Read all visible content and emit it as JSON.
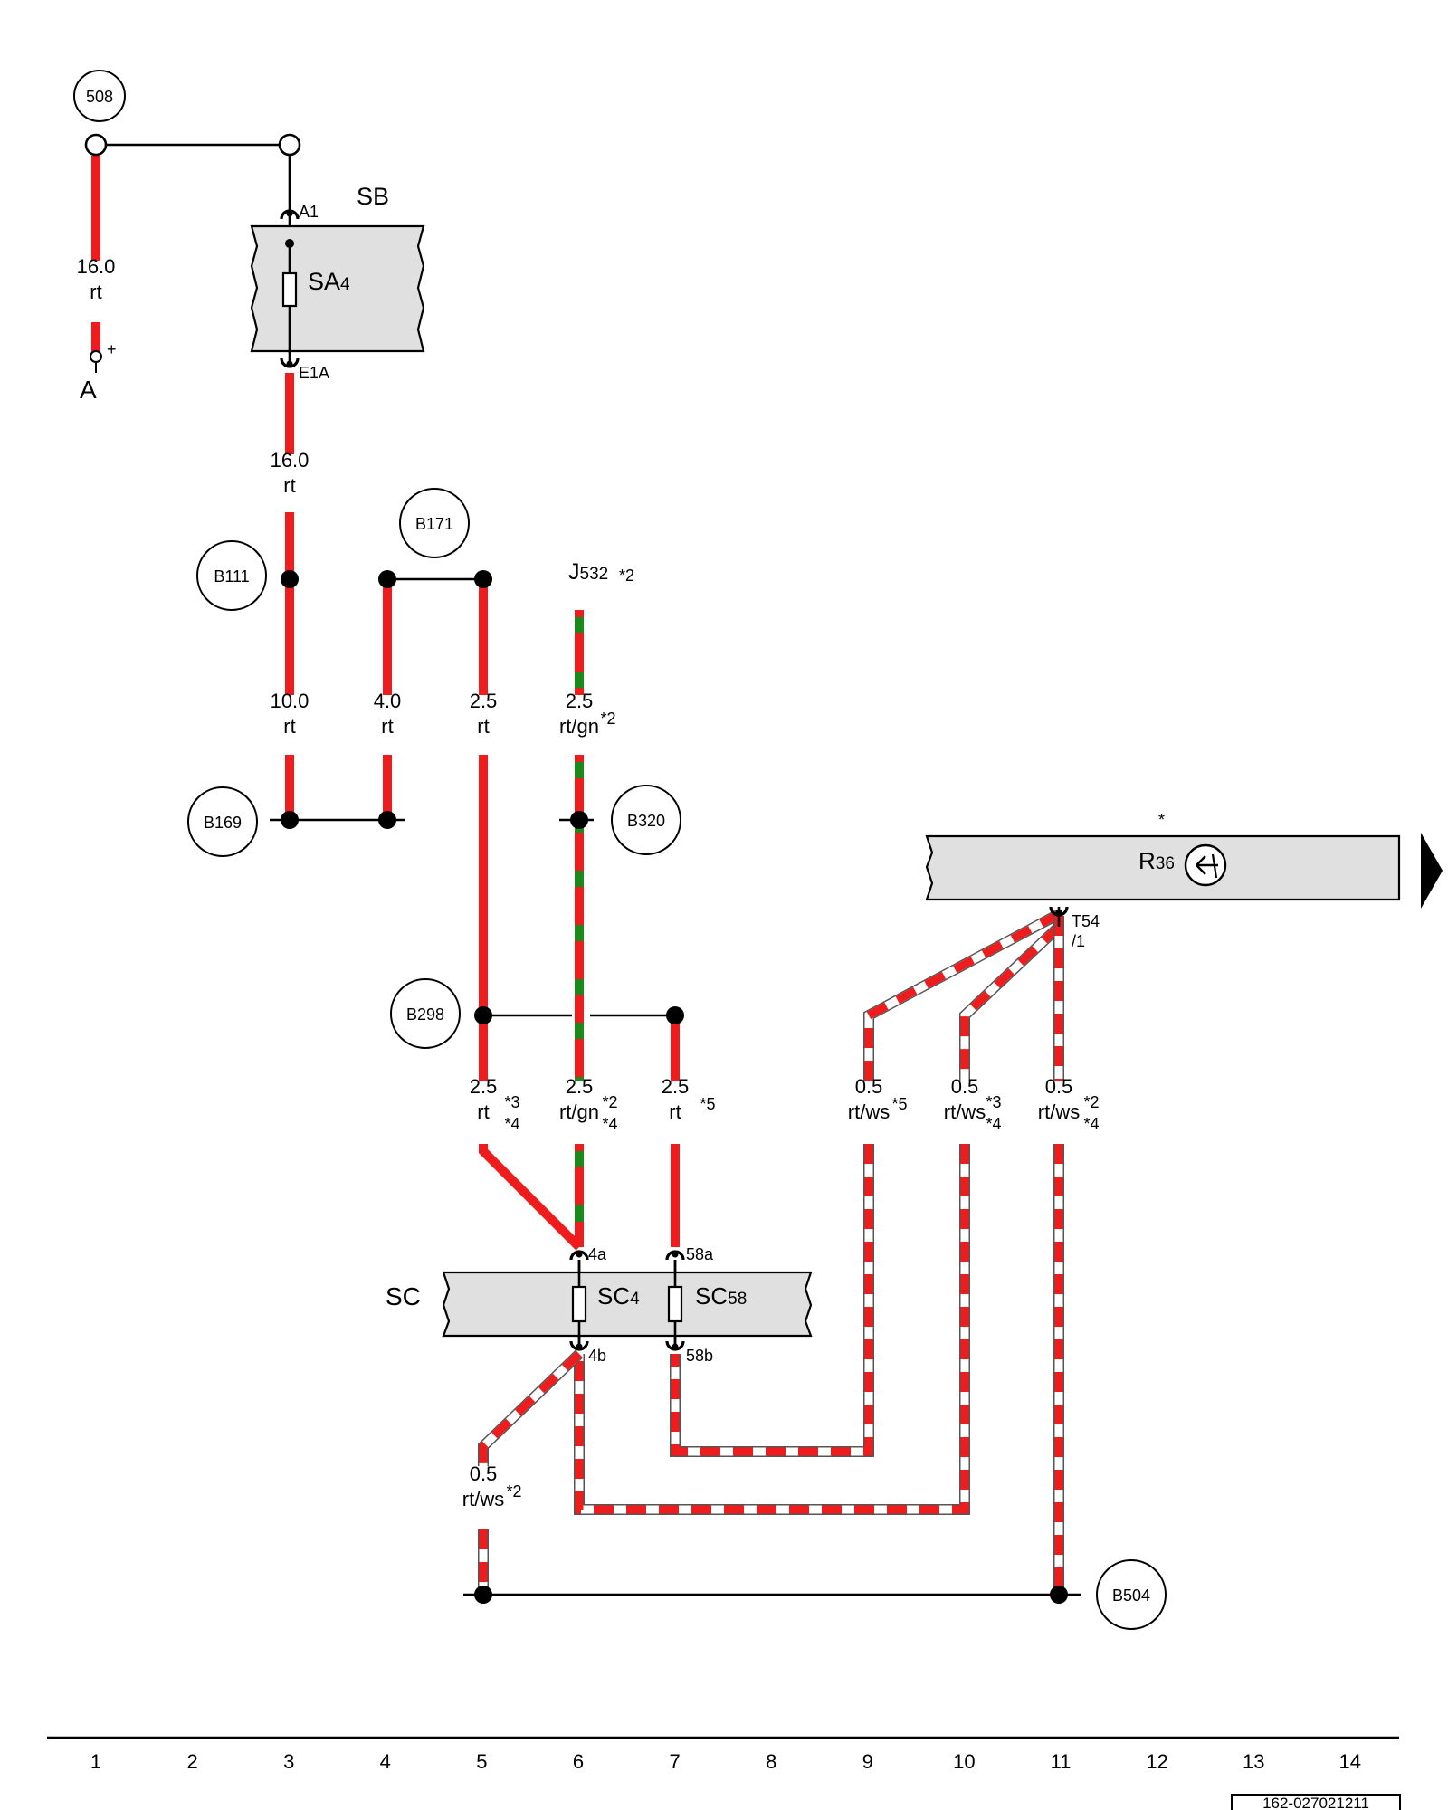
{
  "colors": {
    "rt": "#ee1c1c",
    "gn": "#1a8a1a",
    "ws": "#ffffff",
    "component_fill": "#e0e0e0"
  },
  "ground_points": [
    "508",
    "B171",
    "B111",
    "B169",
    "B320",
    "B298",
    "B504"
  ],
  "components": {
    "sb": {
      "name": "SB",
      "fuse_main": "SA",
      "fuse_sub": "4",
      "pin_in": "A1",
      "pin_out": "E1A"
    },
    "sc": {
      "name": "SC",
      "fuse1_main": "SC",
      "fuse1_sub": "4",
      "fuse2_main": "SC",
      "fuse2_sub": "58",
      "pins": [
        "4a",
        "58a",
        "4b",
        "58b"
      ]
    },
    "r36": {
      "main": "R",
      "sub": "36",
      "star": "*",
      "pin": "T54",
      "pin_sub": "/1"
    },
    "j532": {
      "main": "J",
      "sub": "532",
      "note": "*2"
    },
    "battery": {
      "label": "A",
      "polarity": "+"
    }
  },
  "wires": [
    {
      "id": "w1",
      "size": "16.0",
      "color": "rt",
      "notes": []
    },
    {
      "id": "w2",
      "size": "16.0",
      "color": "rt",
      "notes": []
    },
    {
      "id": "w3",
      "size": "10.0",
      "color": "rt",
      "notes": []
    },
    {
      "id": "w4",
      "size": "4.0",
      "color": "rt",
      "notes": []
    },
    {
      "id": "w5",
      "size": "2.5",
      "color": "rt",
      "notes": []
    },
    {
      "id": "w6",
      "size": "2.5",
      "color": "rt/gn",
      "notes": [
        "*2"
      ]
    },
    {
      "id": "w7",
      "size": "2.5",
      "color": "rt",
      "notes": [
        "*3",
        "*4"
      ]
    },
    {
      "id": "w8",
      "size": "2.5",
      "color": "rt/gn",
      "notes": [
        "*2",
        "*4"
      ]
    },
    {
      "id": "w9",
      "size": "2.5",
      "color": "rt",
      "notes": [
        "*5"
      ]
    },
    {
      "id": "w10",
      "size": "0.5",
      "color": "rt/ws",
      "notes": [
        "*5"
      ]
    },
    {
      "id": "w11",
      "size": "0.5",
      "color": "rt/ws",
      "notes": [
        "*3",
        "*4"
      ]
    },
    {
      "id": "w12",
      "size": "0.5",
      "color": "rt/ws",
      "notes": [
        "*2",
        "*4"
      ]
    },
    {
      "id": "w13",
      "size": "0.5",
      "color": "rt/ws",
      "notes": [
        "*2"
      ]
    }
  ],
  "grid_numbers": [
    "1",
    "2",
    "3",
    "4",
    "5",
    "6",
    "7",
    "8",
    "9",
    "10",
    "11",
    "12",
    "13",
    "14"
  ],
  "document_number": "162-027021211"
}
